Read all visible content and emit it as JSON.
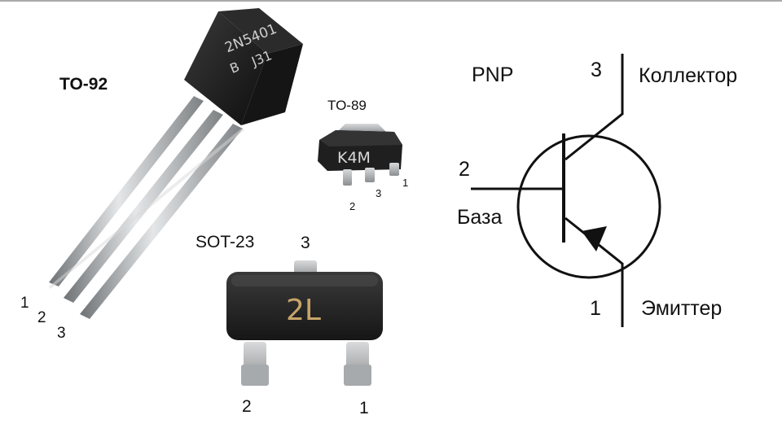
{
  "to92": {
    "package_label": "TO-92",
    "marking_line1": "2N5401",
    "marking_line2": "B",
    "marking_line3": "J31",
    "pin1": "1",
    "pin2": "2",
    "pin3": "3"
  },
  "to89": {
    "package_label": "TO-89",
    "marking": "K4M",
    "pin1": "1",
    "pin2": "2",
    "pin3": "3"
  },
  "sot23": {
    "package_label": "SOT-23",
    "marking": "2L",
    "pin1": "1",
    "pin2": "2",
    "pin3": "3"
  },
  "symbol": {
    "type_label": "PNP",
    "collector_pin": "3",
    "collector_label": "Коллектор",
    "base_pin": "2",
    "base_label": "База",
    "emitter_pin": "1",
    "emitter_label": "Эмиттер"
  },
  "colors": {
    "body_dark": "#1b1b1b",
    "lead_metal": "#b9bcbf",
    "marking_text": "#cfcfcf",
    "sot_marking": "#c8a46a",
    "line": "#111111"
  }
}
